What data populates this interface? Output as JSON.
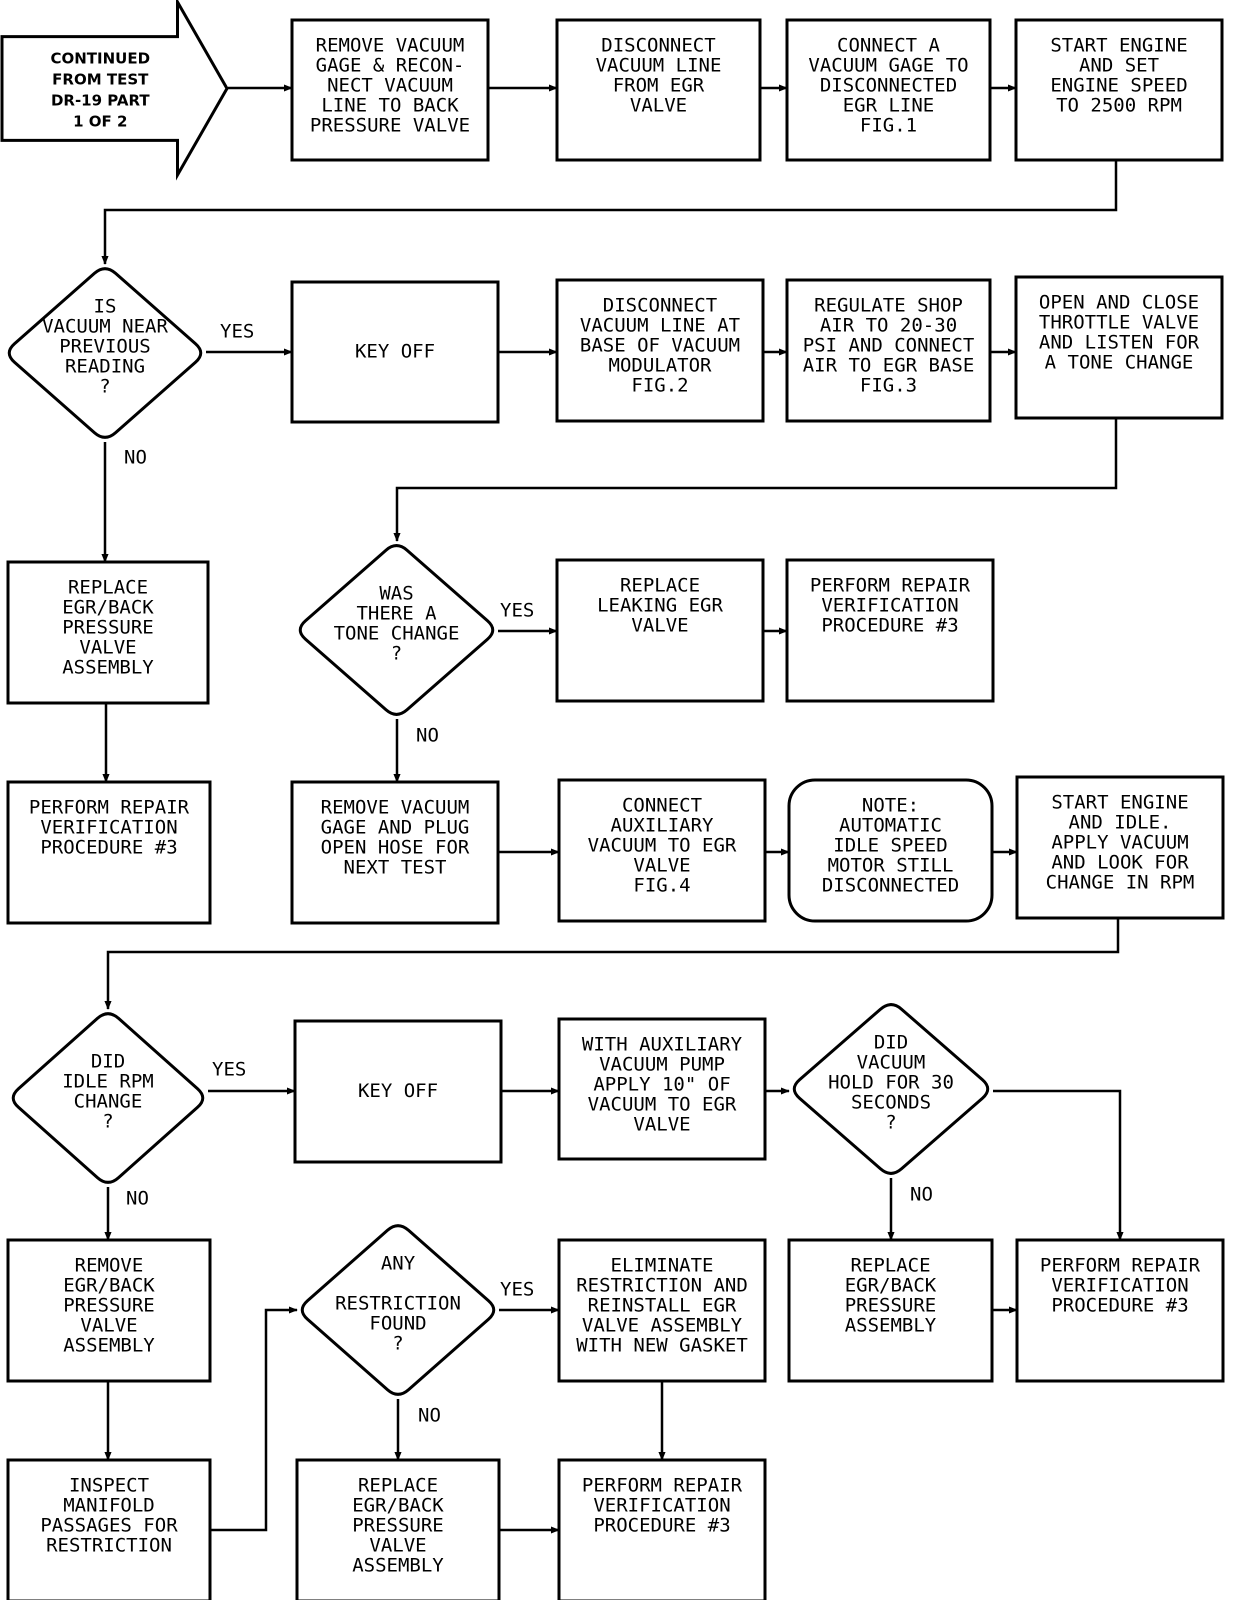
{
  "start": {
    "lines": [
      "CONTINUED",
      "FROM TEST",
      "DR-19 PART",
      "1 OF 2"
    ]
  },
  "nodes": [
    {
      "id": "remove-vacuum-gage",
      "type": "box",
      "lines": [
        "REMOVE VACUUM",
        "GAGE & RECON-",
        "NECT VACUUM",
        "LINE TO BACK",
        "PRESSURE VALVE"
      ]
    },
    {
      "id": "disconnect-vacuum-line",
      "type": "box",
      "lines": [
        "DISCONNECT",
        "VACUUM LINE",
        "FROM EGR",
        "VALVE"
      ]
    },
    {
      "id": "connect-vacuum-gage",
      "type": "box",
      "lines": [
        "CONNECT A",
        "VACUUM GAGE TO",
        "DISCONNECTED",
        "EGR LINE",
        "FIG.1"
      ]
    },
    {
      "id": "start-engine-2500",
      "type": "box",
      "lines": [
        "START ENGINE",
        "AND SET",
        "ENGINE SPEED",
        "TO 2500 RPM"
      ]
    },
    {
      "id": "is-vacuum-near",
      "type": "decision",
      "lines": [
        "IS",
        "VACUUM NEAR",
        "PREVIOUS",
        "READING",
        "?"
      ]
    },
    {
      "id": "key-off-1",
      "type": "box",
      "lines": [
        "KEY OFF"
      ]
    },
    {
      "id": "disconnect-modulator",
      "type": "box",
      "lines": [
        "DISCONNECT",
        "VACUUM LINE AT",
        "BASE OF VACUUM",
        "MODULATOR",
        "FIG.2"
      ]
    },
    {
      "id": "regulate-shop-air",
      "type": "box",
      "lines": [
        "REGULATE SHOP",
        "AIR TO 20-30",
        "PSI AND CONNECT",
        "AIR TO EGR BASE",
        "FIG.3"
      ]
    },
    {
      "id": "open-close-throttle",
      "type": "box",
      "lines": [
        "OPEN AND CLOSE",
        "THROTTLE VALVE",
        "AND LISTEN FOR",
        "A TONE CHANGE"
      ]
    },
    {
      "id": "replace-egr-1",
      "type": "box",
      "lines": [
        "REPLACE",
        "EGR/BACK",
        "PRESSURE",
        "VALVE",
        "ASSEMBLY"
      ]
    },
    {
      "id": "was-tone-change",
      "type": "decision",
      "lines": [
        "WAS",
        "THERE A",
        "TONE CHANGE",
        "?"
      ]
    },
    {
      "id": "replace-leaking-egr",
      "type": "box",
      "lines": [
        "REPLACE",
        "LEAKING EGR",
        "VALVE"
      ]
    },
    {
      "id": "repair-verification-1",
      "type": "box",
      "lines": [
        "PERFORM REPAIR",
        "VERIFICATION",
        "PROCEDURE #3"
      ]
    },
    {
      "id": "repair-verification-2",
      "type": "box",
      "lines": [
        "PERFORM REPAIR",
        "VERIFICATION",
        "PROCEDURE #3"
      ]
    },
    {
      "id": "remove-gage-plug",
      "type": "box",
      "lines": [
        "REMOVE VACUUM",
        "GAGE AND PLUG",
        "OPEN HOSE FOR",
        "NEXT TEST"
      ]
    },
    {
      "id": "connect-auxiliary",
      "type": "box",
      "lines": [
        "CONNECT",
        "AUXILIARY",
        "VACUUM TO EGR",
        "VALVE",
        "FIG.4"
      ]
    },
    {
      "id": "note-idle-motor",
      "type": "note",
      "lines": [
        "NOTE:",
        "AUTOMATIC",
        "IDLE SPEED",
        "MOTOR STILL",
        "DISCONNECTED"
      ]
    },
    {
      "id": "start-engine-idle",
      "type": "box",
      "lines": [
        "START ENGINE",
        "AND IDLE.",
        "APPLY VACUUM",
        "AND LOOK FOR",
        "CHANGE IN RPM"
      ]
    },
    {
      "id": "did-idle-rpm-change",
      "type": "decision",
      "lines": [
        "DID",
        "IDLE RPM",
        "CHANGE",
        "?"
      ]
    },
    {
      "id": "key-off-2",
      "type": "box",
      "lines": [
        "KEY OFF"
      ]
    },
    {
      "id": "apply-10-vacuum",
      "type": "box",
      "lines": [
        "WITH AUXILIARY",
        "VACUUM PUMP",
        "APPLY 10\" OF",
        "VACUUM TO EGR",
        "VALVE"
      ]
    },
    {
      "id": "did-vacuum-hold",
      "type": "decision",
      "lines": [
        "DID",
        "VACUUM",
        "HOLD FOR 30",
        "SECONDS",
        "?"
      ]
    },
    {
      "id": "remove-egr",
      "type": "box",
      "lines": [
        "REMOVE",
        "EGR/BACK",
        "PRESSURE",
        "VALVE",
        "ASSEMBLY"
      ]
    },
    {
      "id": "any-restriction",
      "type": "decision",
      "lines": [
        "ANY",
        "",
        "RESTRICTION",
        "FOUND",
        "?"
      ]
    },
    {
      "id": "eliminate-restriction",
      "type": "box",
      "lines": [
        "ELIMINATE",
        "RESTRICTION AND",
        "REINSTALL EGR",
        "VALVE ASSEMBLY",
        "WITH NEW GASKET"
      ]
    },
    {
      "id": "replace-egr-assembly",
      "type": "box",
      "lines": [
        "REPLACE",
        "EGR/BACK",
        "PRESSURE",
        "ASSEMBLY"
      ]
    },
    {
      "id": "repair-verification-3",
      "type": "box",
      "lines": [
        "PERFORM REPAIR",
        "VERIFICATION",
        "PROCEDURE #3"
      ]
    },
    {
      "id": "inspect-manifold",
      "type": "box",
      "lines": [
        "INSPECT",
        "MANIFOLD",
        "PASSAGES FOR",
        "RESTRICTION"
      ]
    },
    {
      "id": "replace-egr-2",
      "type": "box",
      "lines": [
        "REPLACE",
        "EGR/BACK",
        "PRESSURE",
        "VALVE",
        "ASSEMBLY"
      ]
    },
    {
      "id": "repair-verification-4",
      "type": "box",
      "lines": [
        "PERFORM REPAIR",
        "VERIFICATION",
        "PROCEDURE #3"
      ]
    }
  ],
  "edges": [
    {
      "from": "start",
      "to": "remove-vacuum-gage"
    },
    {
      "from": "remove-vacuum-gage",
      "to": "disconnect-vacuum-line"
    },
    {
      "from": "disconnect-vacuum-line",
      "to": "connect-vacuum-gage"
    },
    {
      "from": "connect-vacuum-gage",
      "to": "start-engine-2500"
    },
    {
      "from": "start-engine-2500",
      "to": "is-vacuum-near"
    },
    {
      "from": "is-vacuum-near",
      "to": "key-off-1",
      "label": "YES"
    },
    {
      "from": "is-vacuum-near",
      "to": "replace-egr-1",
      "label": "NO"
    },
    {
      "from": "key-off-1",
      "to": "disconnect-modulator"
    },
    {
      "from": "disconnect-modulator",
      "to": "regulate-shop-air"
    },
    {
      "from": "regulate-shop-air",
      "to": "open-close-throttle"
    },
    {
      "from": "open-close-throttle",
      "to": "was-tone-change"
    },
    {
      "from": "replace-egr-1",
      "to": "repair-verification-2"
    },
    {
      "from": "was-tone-change",
      "to": "replace-leaking-egr",
      "label": "YES"
    },
    {
      "from": "was-tone-change",
      "to": "remove-gage-plug",
      "label": "NO"
    },
    {
      "from": "replace-leaking-egr",
      "to": "repair-verification-1"
    },
    {
      "from": "remove-gage-plug",
      "to": "connect-auxiliary"
    },
    {
      "from": "connect-auxiliary",
      "to": "note-idle-motor"
    },
    {
      "from": "note-idle-motor",
      "to": "start-engine-idle"
    },
    {
      "from": "start-engine-idle",
      "to": "did-idle-rpm-change"
    },
    {
      "from": "did-idle-rpm-change",
      "to": "key-off-2",
      "label": "YES"
    },
    {
      "from": "did-idle-rpm-change",
      "to": "remove-egr",
      "label": "NO"
    },
    {
      "from": "key-off-2",
      "to": "apply-10-vacuum"
    },
    {
      "from": "apply-10-vacuum",
      "to": "did-vacuum-hold"
    },
    {
      "from": "did-vacuum-hold",
      "to": "repair-verification-3"
    },
    {
      "from": "did-vacuum-hold",
      "to": "replace-egr-assembly",
      "label": "NO"
    },
    {
      "from": "replace-egr-assembly",
      "to": "repair-verification-3"
    },
    {
      "from": "remove-egr",
      "to": "inspect-manifold"
    },
    {
      "from": "inspect-manifold",
      "to": "any-restriction"
    },
    {
      "from": "any-restriction",
      "to": "eliminate-restriction",
      "label": "YES"
    },
    {
      "from": "any-restriction",
      "to": "replace-egr-2",
      "label": "NO"
    },
    {
      "from": "eliminate-restriction",
      "to": "repair-verification-4"
    },
    {
      "from": "replace-egr-2",
      "to": "repair-verification-4"
    }
  ]
}
